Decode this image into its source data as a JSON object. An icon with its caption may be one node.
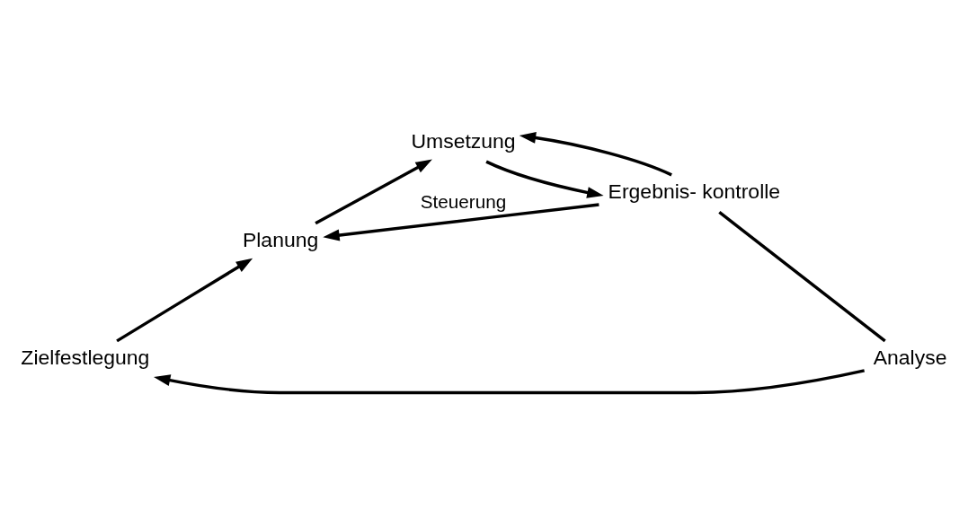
{
  "diagram": {
    "nodes": [
      {
        "text": [
          "Zielfestlegung"
        ]
      },
      {
        "text": [
          "Analyse"
        ]
      },
      {
        "text": [
          "Planung"
        ]
      },
      {
        "text": [
          "Ergebnis- kontrolle"
        ]
      },
      {
        "text": [
          "Umsetzung"
        ]
      }
    ],
    "edges": [
      {
        "from": 1,
        "to": 0,
        "arrow": "to"
      },
      {
        "from": 0,
        "to": 2,
        "arrow": "to"
      },
      {
        "from": 2,
        "to": 4,
        "arrow": "to"
      },
      {
        "from": 4,
        "to": 3,
        "arrow": "to"
      },
      {
        "from": 3,
        "to": 1,
        "arrow": "none"
      },
      {
        "from": 3,
        "to": 2,
        "arrow": "to",
        "label": "Steuerung"
      },
      {
        "from": 3,
        "to": 4,
        "arrow": "to"
      }
    ]
  }
}
